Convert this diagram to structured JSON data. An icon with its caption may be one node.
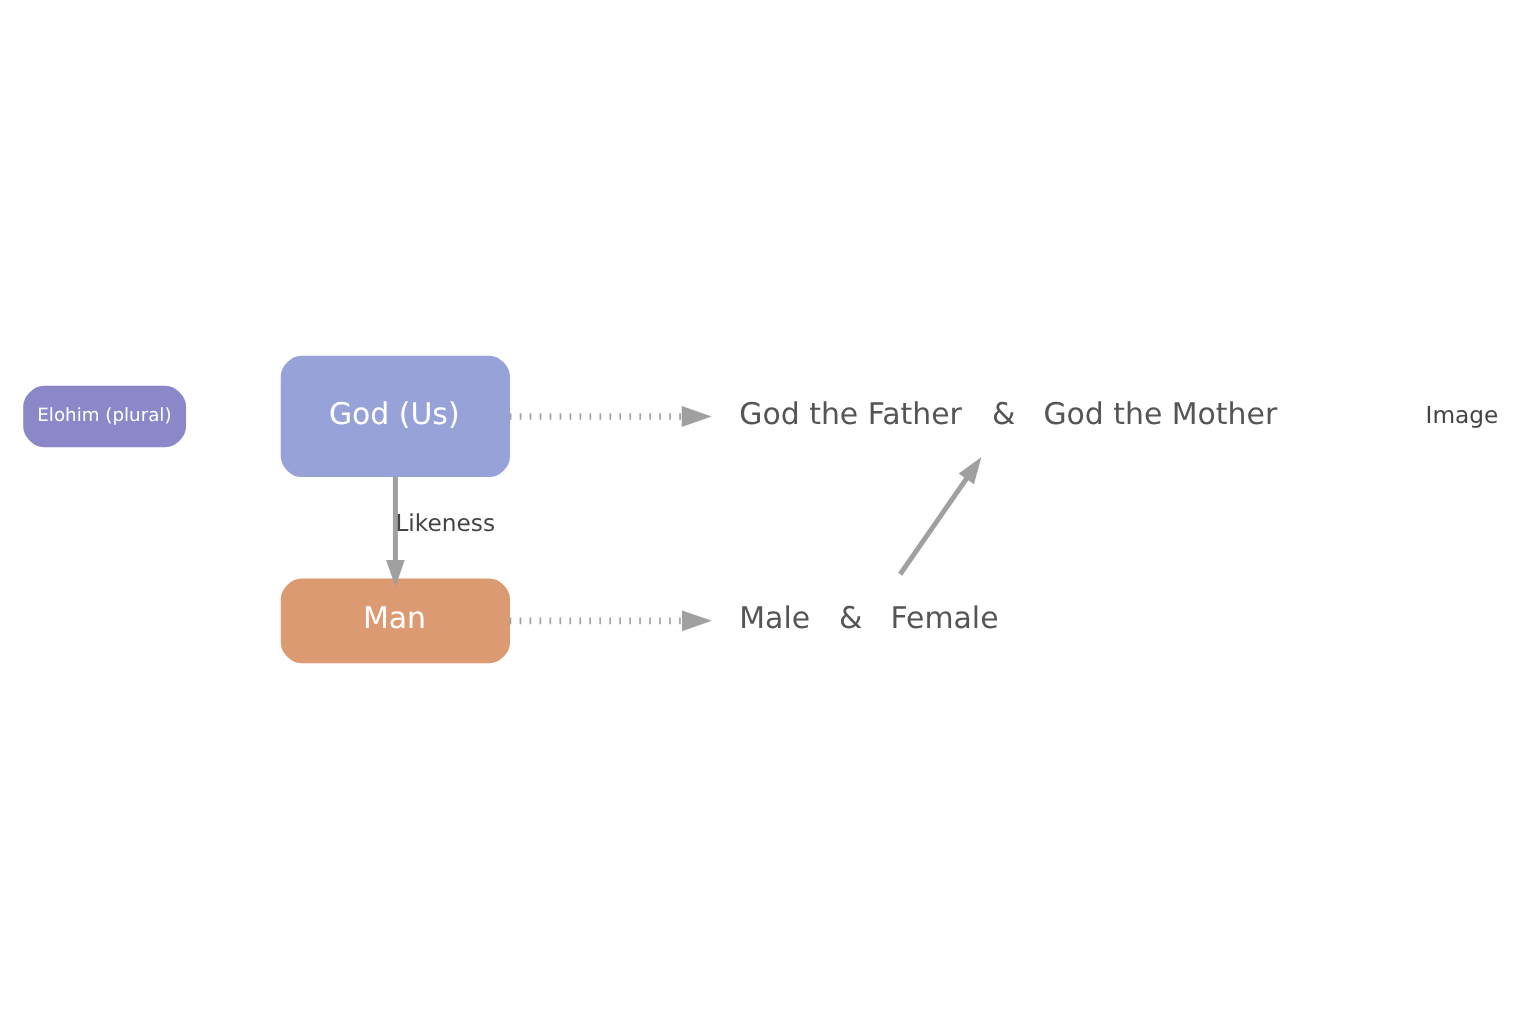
{
  "diagram": {
    "nodes": [
      {
        "text": [
          "Elohim (plural)"
        ]
      },
      {
        "text": [
          "God (Us)"
        ]
      },
      {
        "text": [
          "God the Father",
          "&",
          "God the Mother"
        ]
      },
      {
        "text": [
          "Man"
        ]
      },
      {
        "text": [
          "Male",
          "&",
          "Female"
        ]
      }
    ],
    "edges": [
      {
        "from": 1,
        "to": 2,
        "arrow": "to",
        "style": "dashed"
      },
      {
        "from": 1,
        "to": 3,
        "arrow": "to",
        "label": "Likeness"
      },
      {
        "from": 3,
        "to": 4,
        "arrow": "to",
        "style": "dashed"
      },
      {
        "from": 4,
        "to": 2,
        "arrow": "to"
      }
    ],
    "labels": [
      "Image"
    ]
  }
}
